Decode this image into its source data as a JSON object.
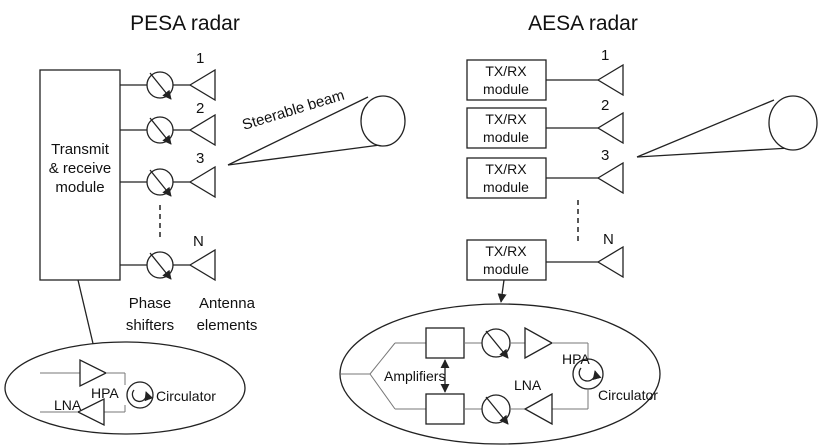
{
  "pesa": {
    "title": "PESA radar",
    "module_label": [
      "Transmit",
      "& receive",
      "module"
    ],
    "element_numbers": [
      "1",
      "2",
      "3",
      "N"
    ],
    "beam_label": "Steerable beam",
    "phase_shifters_label": [
      "Phase",
      "shifters"
    ],
    "antenna_elements_label": [
      "Antenna",
      "elements"
    ],
    "detail": {
      "hpa": "HPA",
      "lna": "LNA",
      "circulator": "Circulator"
    }
  },
  "aesa": {
    "title": "AESA radar",
    "module_label": [
      "TX/RX",
      "module"
    ],
    "element_numbers": [
      "1",
      "2",
      "3",
      "N"
    ],
    "detail": {
      "hpa": "HPA",
      "lna": "LNA",
      "circulator": "Circulator",
      "amplifiers": "Amplifiers"
    }
  }
}
